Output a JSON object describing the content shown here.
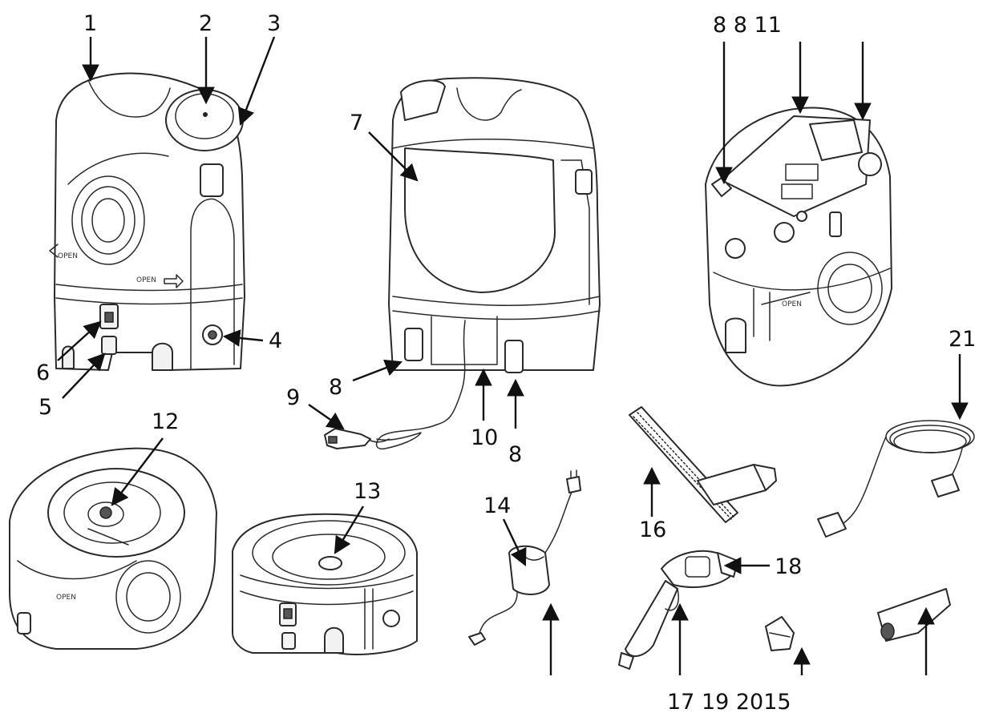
{
  "labels": {
    "l1": "1",
    "l2": "2",
    "l3": "3",
    "l4": "4",
    "l5": "5",
    "l6": "6",
    "l7": "7",
    "l8a": "8",
    "l8b": "8",
    "l8top": "8 8 11",
    "l9": "9",
    "l10": "10",
    "l12": "12",
    "l13": "13",
    "l14": "14",
    "l16": "16",
    "l18": "18",
    "l21": "21",
    "bottom": "17 19 2015"
  },
  "embossed": {
    "open_right": "OPEN",
    "open_left": "OPEN",
    "open_top_view": "OPEN",
    "open_base_view": "OPEN"
  }
}
